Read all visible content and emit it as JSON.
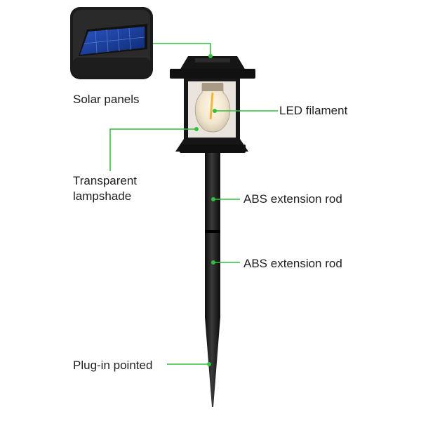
{
  "colors": {
    "leader": "#2fc23d",
    "product": "#161616",
    "panel": "#1c3f9a",
    "filament": "#f5b733"
  },
  "icons": {
    "inset": "solar-panel-closeup-icon",
    "product": "solar-lantern-stake-icon"
  },
  "labels": {
    "solar_panels": "Solar panels",
    "led_filament": "LED filament",
    "lampshade_line1": "Transparent",
    "lampshade_line2": "lampshade",
    "abs_rod_upper": "ABS extension rod",
    "abs_rod_lower": "ABS extension rod",
    "plug_in": "Plug-in pointed"
  }
}
